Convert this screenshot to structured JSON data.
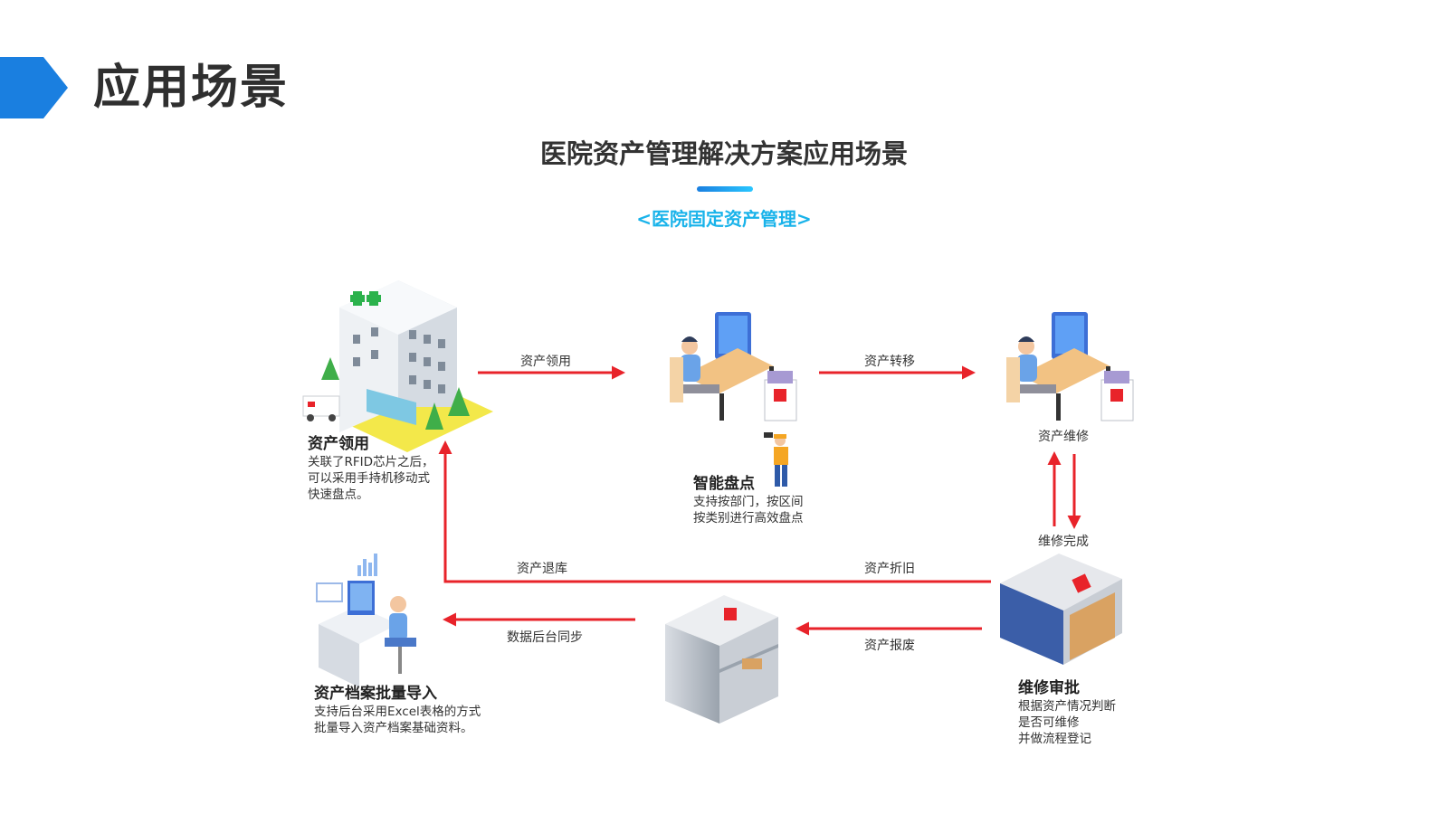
{
  "page": {
    "heading": "应用场景",
    "accent_color": "#1a7fe0"
  },
  "diagram": {
    "title": "医院资产管理解决方案应用场景",
    "subtitle": "<医院固定资产管理>",
    "subtitle_color": "#19b3ea",
    "arrow_color": "#e8232a",
    "nodes": {
      "hospital": {
        "title": "资产领用",
        "desc": [
          "关联了RFID芯片之后，",
          "可以采用手持机移动式",
          "快速盘点。"
        ]
      },
      "inventory": {
        "title": "智能盘点",
        "desc": [
          "支持按部门，按区间",
          "按类别进行高效盘点"
        ]
      },
      "repair_office": {
        "label": "资产维修"
      },
      "repair_approval": {
        "title": "维修审批",
        "desc": [
          "根据资产情况判断",
          "是否可维修",
          "并做流程登记"
        ]
      },
      "archive_import": {
        "title": "资产档案批量导入",
        "desc": [
          "支持后台采用Excel表格的方式",
          "批量导入资产档案基础资料。"
        ]
      }
    },
    "flows": {
      "requisition": "资产领用",
      "transfer": "资产转移",
      "repair_done": "维修完成",
      "return": "资产退库",
      "depreciation": "资产折旧",
      "scrap": "资产报废",
      "sync": "数据后台同步"
    }
  }
}
